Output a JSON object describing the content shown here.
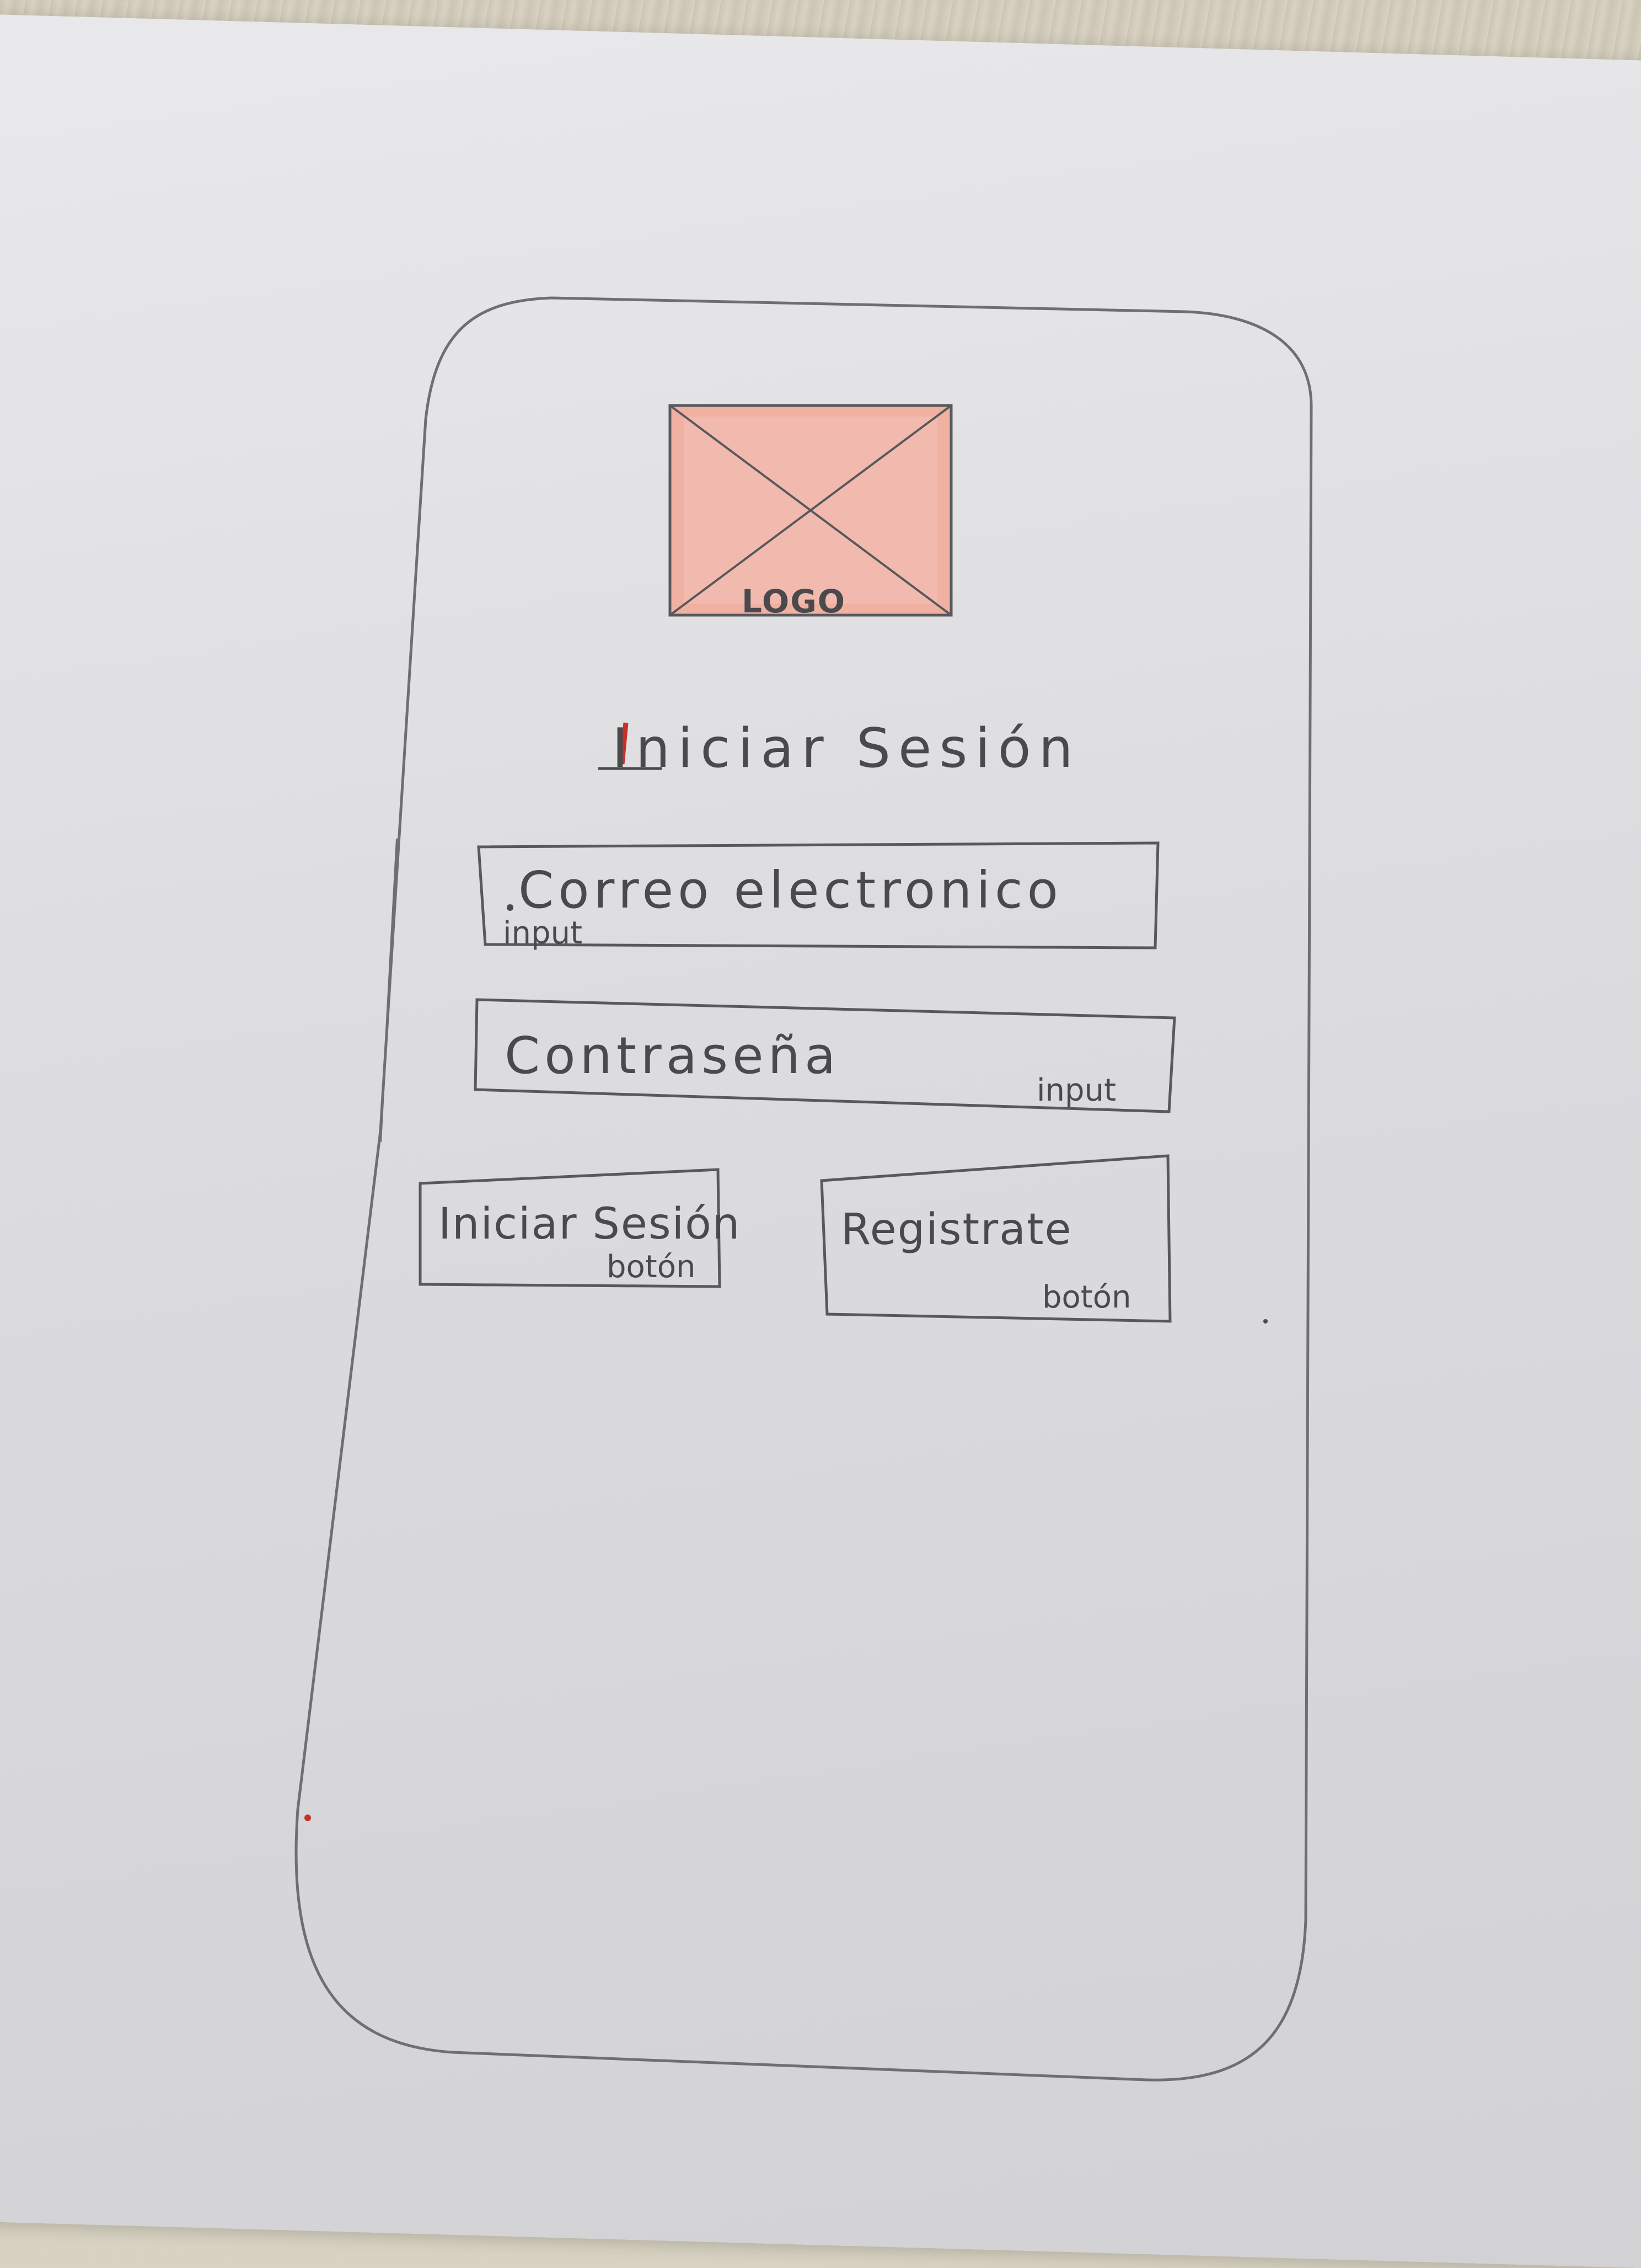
{
  "logo": {
    "label": "LOGO",
    "fill_color": "#f0b0a2"
  },
  "screen": {
    "title": "Iniciar Sesión"
  },
  "fields": {
    "email": {
      "label": "Correo electronico",
      "type_note": "input"
    },
    "password": {
      "label": "Contraseña",
      "type_note": "input"
    }
  },
  "buttons": {
    "login": {
      "label": "Iniciar Sesión",
      "type_note": "botón"
    },
    "register": {
      "label": "Registrate",
      "type_note": "botón"
    }
  },
  "colors": {
    "pencil": "#4a4a4c",
    "red_pencil": "#c8302a"
  }
}
